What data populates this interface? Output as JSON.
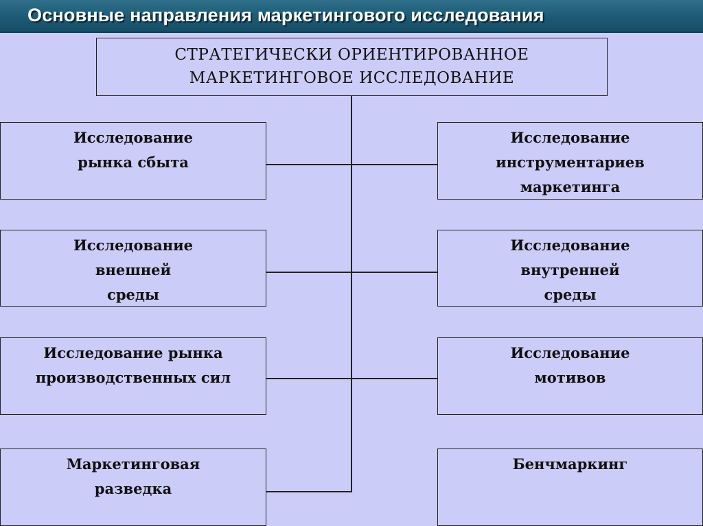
{
  "header": {
    "title": "Основные направления маркетингового исследования"
  },
  "diagram": {
    "root": {
      "lines": [
        "СТРАТЕГИЧЕСКИ ОРИЕНТИРОВАННОЕ",
        "МАРКЕТИНГОВОЕ ИССЛЕДОВАНИЕ"
      ]
    },
    "left": [
      {
        "lines": [
          "Исследование",
          "рынка сбыта"
        ]
      },
      {
        "lines": [
          "Исследование",
          "внешней",
          "среды"
        ]
      },
      {
        "lines": [
          "Исследование рынка",
          "производственных сил"
        ]
      },
      {
        "lines": [
          "Маркетинговая",
          "разведка"
        ]
      }
    ],
    "right": [
      {
        "lines": [
          "Исследование",
          "инструментариев",
          "маркетинга"
        ]
      },
      {
        "lines": [
          "Исследование",
          "внутренней",
          "среды"
        ]
      },
      {
        "lines": [
          "Исследование",
          "мотивов"
        ]
      },
      {
        "lines": [
          "Бенчмаркинг"
        ]
      }
    ]
  },
  "colors": {
    "background": "#ccccf9",
    "header": "#1d5a75",
    "border": "#222222"
  }
}
